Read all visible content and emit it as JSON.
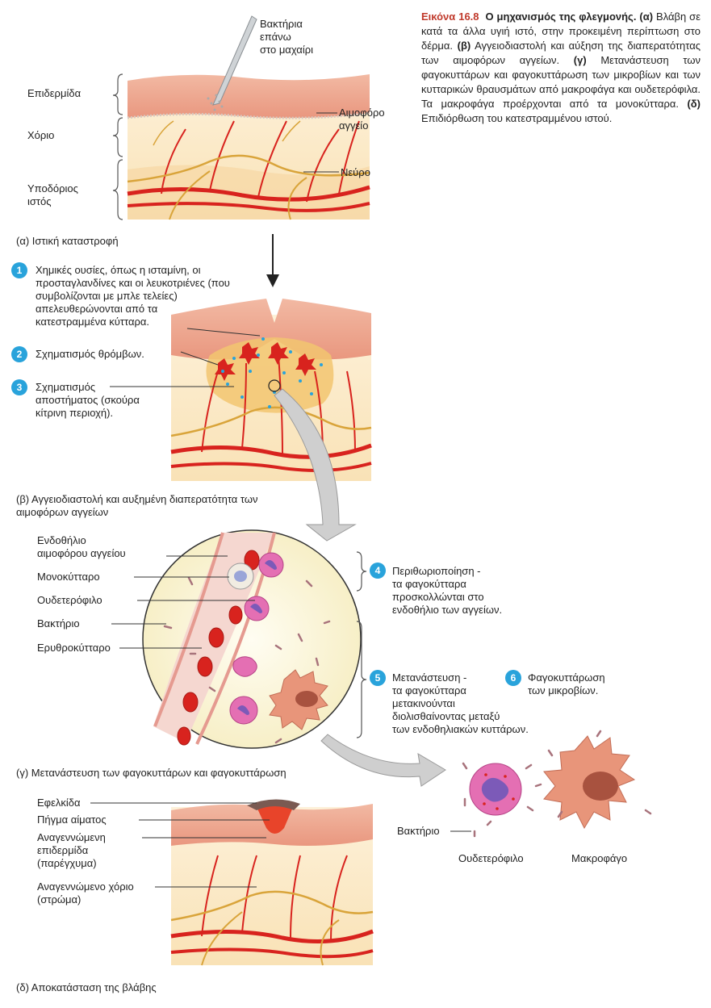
{
  "figure": {
    "number": "Εικόνα 16.8",
    "title": "Ο μηχανισμός της φλεγμονής.",
    "caption_parts": [
      {
        "tag": "(α)",
        "text": "Βλάβη σε κατά τα άλλα υγιή ιστό, στην προκειμένη περίπτωση στο δέρμα."
      },
      {
        "tag": "(β)",
        "text": "Αγγειοδιαστολή και αύξηση της διαπερατότητας των αιμοφόρων αγγείων."
      },
      {
        "tag": "(γ)",
        "text": "Μετανάστευση των φαγοκυττάρων και φαγοκυττάρωση των μικροβίων και των κυτταρικών θραυσμάτων από μακροφάγα και ουδετερόφιλα. Τα μακροφάγα προέρχονται από τα μονοκύτταρα."
      },
      {
        "tag": "(δ)",
        "text": "Επιδιόρθωση του κατεστραμμένου ιστού."
      }
    ]
  },
  "panel_a": {
    "caption": "(α) Ιστική καταστροφή",
    "labels": {
      "bacteria_knife": [
        "Βακτήρια",
        "επάνω",
        "στο μαχαίρι"
      ],
      "epidermis": "Επιδερμίδα",
      "dermis": "Χόριο",
      "subcutaneous": [
        "Υποδόριος",
        "ιστός"
      ],
      "blood_vessel": [
        "Αιμοφόρο",
        "αγγείο"
      ],
      "nerve": "Νεύρο"
    }
  },
  "panel_b": {
    "caption": [
      "(β) Αγγειοδιαστολή και αυξημένη διαπερατότητα των",
      "αιμοφόρων αγγείων"
    ],
    "steps": [
      {
        "n": "1",
        "lines": [
          "Χημικές ουσίες, όπως η ισταμίνη, οι",
          "προσταγλανδίνες και οι λευκοτριένες (που",
          "συμβολίζονται με μπλε τελείες)",
          "απελευθερώνονται από τα",
          "κατεστραμμένα κύτταρα."
        ]
      },
      {
        "n": "2",
        "lines": [
          "Σχηματισμός θρόμβων."
        ]
      },
      {
        "n": "3",
        "lines": [
          "Σχηματισμός",
          "αποστήματος (σκούρα",
          "κίτρινη περιοχή)."
        ]
      }
    ]
  },
  "panel_c": {
    "caption": "(γ) Μετανάστευση των φαγοκυττάρων και φαγοκυττάρωση",
    "labels": {
      "endothelium": [
        "Ενδοθήλιο",
        "αιμοφόρου αγγείου"
      ],
      "monocyte": "Μονοκύτταρο",
      "neutrophil": "Ουδετερόφιλο",
      "bacterium": "Βακτήριο",
      "erythrocyte": "Ερυθροκύτταρο"
    },
    "steps": [
      {
        "n": "4",
        "lines": [
          "Περιθωριοποίηση -",
          "τα φαγοκύτταρα",
          "προσκολλώνται στο",
          "ενδοθήλιο των αγγείων."
        ]
      },
      {
        "n": "5",
        "lines": [
          "Μετανάστευση -",
          "τα φαγοκύτταρα",
          "μετακινούνται",
          "διολισθαίνοντας μεταξύ",
          "των ενδοθηλιακών κυττάρων."
        ]
      },
      {
        "n": "6",
        "lines": [
          "Φαγοκυττάρωση",
          "των μικροβίων."
        ]
      }
    ],
    "inset_labels": {
      "bacterium": "Βακτήριο",
      "neutrophil": "Ουδετερόφιλο",
      "macrophage": "Μακροφάγο"
    }
  },
  "panel_d": {
    "caption": "(δ) Αποκατάσταση της βλάβης",
    "labels": {
      "scab": "Εφελκίδα",
      "clot": "Πήγμα αίματος",
      "regen_epidermis": [
        "Αναγεννώμενη",
        "επιδερμίδα",
        "(παρέγχυμα)"
      ],
      "regen_dermis": [
        "Αναγεννώμενο χόριο",
        "(στρώμα)"
      ]
    }
  },
  "colors": {
    "number_badge": "#29a3db",
    "figure_number": "#c0392b",
    "skin_top": "#e8a08a",
    "dermis": "#fbe9c8",
    "vessel": "#d8231e",
    "nerve": "#d9a43a",
    "chemical_dots": "#29a3db",
    "neutrophil": "#e46fb3",
    "macrophage": "#e8957a"
  }
}
